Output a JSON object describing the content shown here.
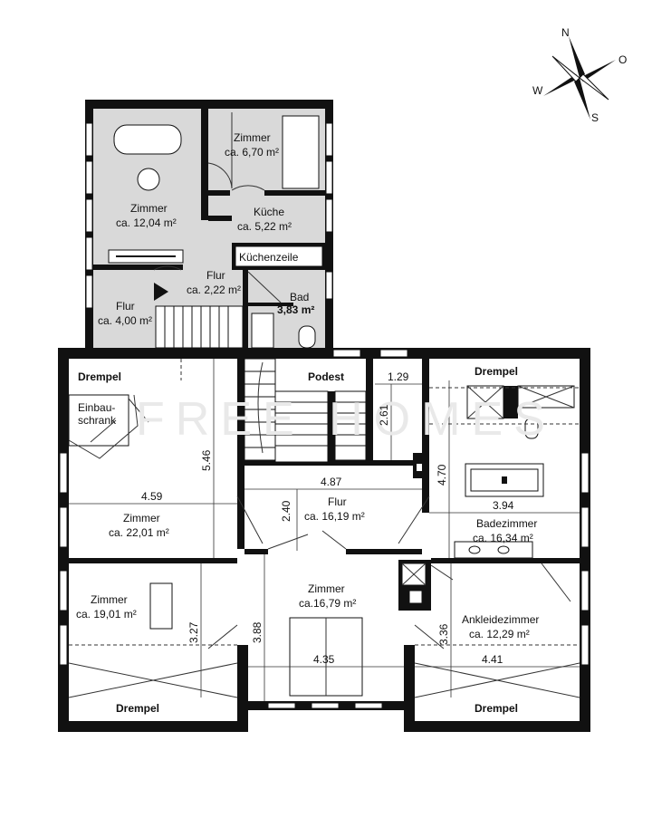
{
  "compass": {
    "n": "N",
    "o": "O",
    "s": "S",
    "w": "W"
  },
  "watermark": "FREE HOMES",
  "upper_floor": {
    "zimmer_small": {
      "name": "Zimmer",
      "area": "ca. 6,70 m²"
    },
    "zimmer_big": {
      "name": "Zimmer",
      "area": "ca. 12,04 m²"
    },
    "kueche": {
      "name": "Küche",
      "area": "ca. 5,22 m²"
    },
    "kuechenzeile": "Küchenzeile",
    "flur_small": {
      "name": "Flur",
      "area": "ca. 2,22 m²"
    },
    "flur_left": {
      "name": "Flur",
      "area": "ca. 4,00 m²"
    },
    "bad": {
      "name": "Bad",
      "area": "3,83 m²"
    }
  },
  "main_floor": {
    "drempel_tl": "Drempel",
    "einbauschrank": [
      "Einbau-",
      "schrank"
    ],
    "podest": "Podest",
    "drempel_tr": "Drempel",
    "zimmer_2201": {
      "name": "Zimmer",
      "area": "ca. 22,01 m²"
    },
    "flur_1619": {
      "name": "Flur",
      "area": "ca. 16,19 m²"
    },
    "badezimmer": {
      "name": "Badezimmer",
      "area": "ca. 16,34 m²"
    },
    "zimmer_1901": {
      "name": "Zimmer",
      "area": "ca. 19,01 m²"
    },
    "zimmer_1679": {
      "name": "Zimmer",
      "area": "ca.16,79 m²"
    },
    "ankleidezimmer": {
      "name": "Ankleidezimmer",
      "area": "ca. 12,29 m²"
    },
    "drempel_bl": "Drempel",
    "drempel_br": "Drempel"
  },
  "dimensions": {
    "d_129": "1.29",
    "d_261": "2.61",
    "d_546": "5.46",
    "d_470": "4.70",
    "d_487": "4.87",
    "d_459": "4.59",
    "d_240": "2.40",
    "d_394": "3.94",
    "d_327": "3.27",
    "d_388": "3.88",
    "d_336": "3.36",
    "d_435": "4.35",
    "d_441": "4.41"
  }
}
